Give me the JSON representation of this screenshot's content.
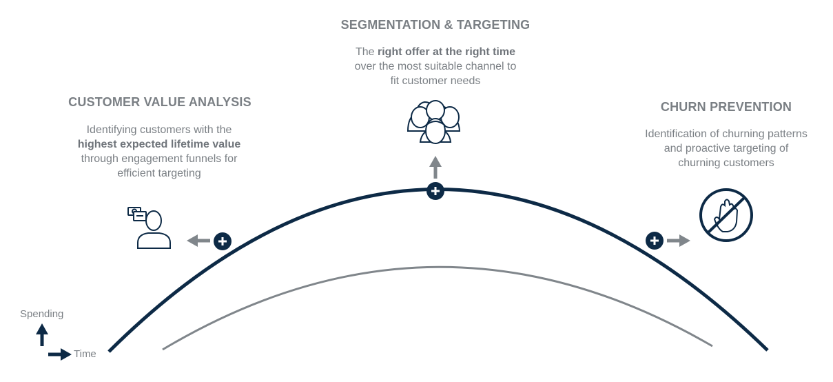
{
  "sections": {
    "customer_value": {
      "title": "CUSTOMER VALUE ANALYSIS",
      "desc_1": "Identifying customers with the",
      "desc_bold": "highest expected lifetime value",
      "desc_2": "through engagement funnels for",
      "desc_3": "efficient targeting",
      "icon": "customer-money-icon"
    },
    "segmentation": {
      "title": "SEGMENTATION & TARGETING",
      "desc_1_pre": "The ",
      "desc_bold": "right offer at the right time",
      "desc_2": "over the most suitable channel to",
      "desc_3": "fit customer needs",
      "icon": "group-of-people-icon"
    },
    "churn": {
      "title": "CHURN PREVENTION",
      "desc_1": "Identification of churning patterns",
      "desc_2": "and proactive targeting of",
      "desc_3": "churning customers",
      "icon": "stop-hand-icon"
    }
  },
  "axes": {
    "y_label": "Spending",
    "x_label": "Time"
  },
  "colors": {
    "navy": "#0d2a46",
    "gray": "#7a7f84",
    "light_gray": "#80868b"
  }
}
